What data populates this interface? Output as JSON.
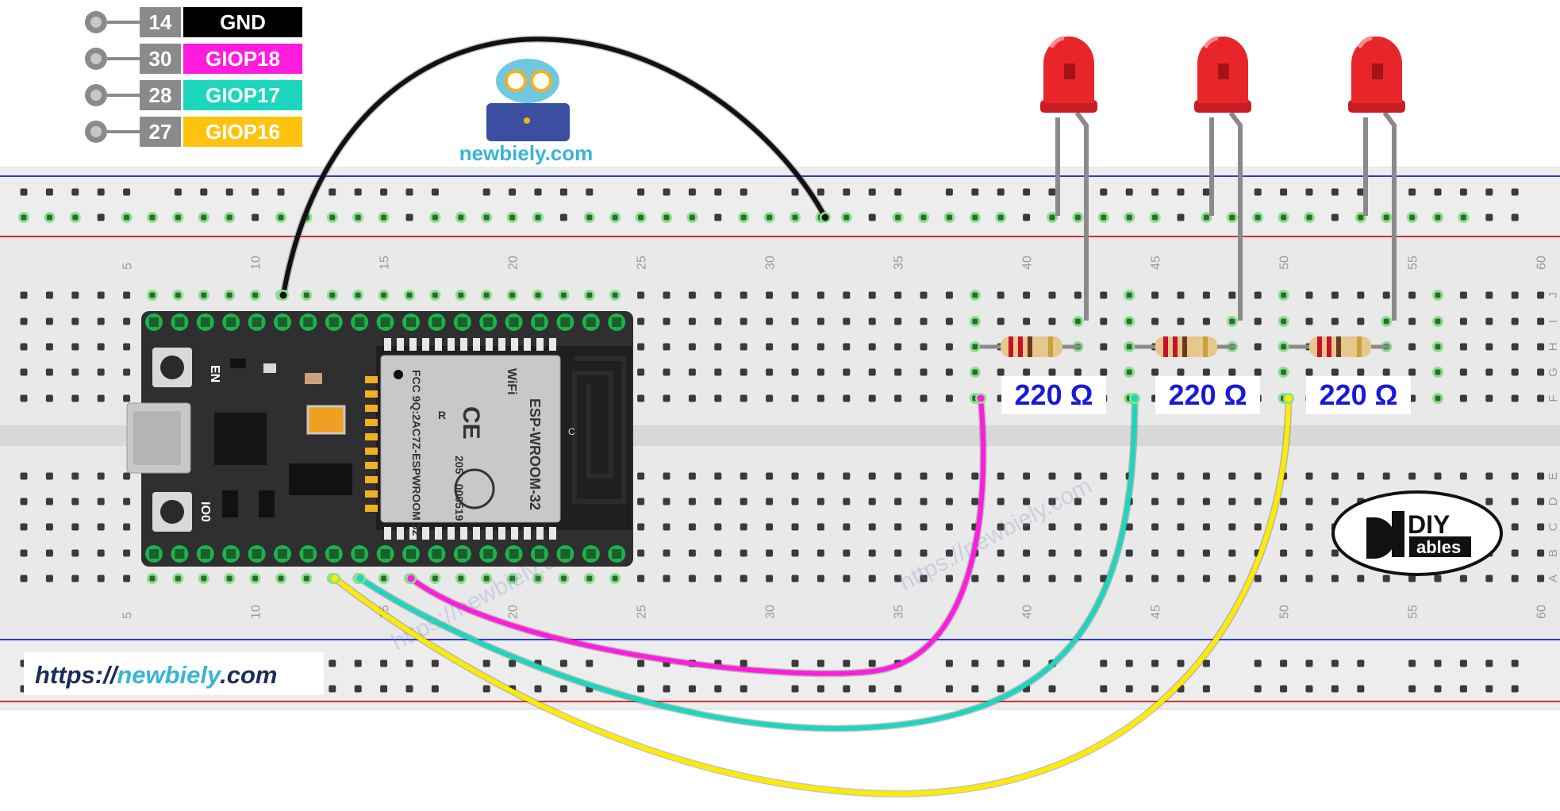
{
  "legend": [
    {
      "pin": "14",
      "label": "GND",
      "color": "#000000",
      "text_color": "#ffffff"
    },
    {
      "pin": "30",
      "label": "GIOP18",
      "color": "#ff1cdc",
      "text_color": "#ffffff"
    },
    {
      "pin": "28",
      "label": "GIOP17",
      "color": "#1cd6bd",
      "text_color": "#ffffff"
    },
    {
      "pin": "27",
      "label": "GIOP16",
      "color": "#ffc20e",
      "text_color": "#ffffff"
    }
  ],
  "brand": {
    "site": "newbiely.com",
    "url_prefix": "https://",
    "url_name": "newbiely",
    "url_suffix": ".com",
    "diy_top": "DIY",
    "diy_bottom": "ables"
  },
  "breadboard": {
    "column_numbers": [
      "5",
      "10",
      "15",
      "20",
      "25",
      "30",
      "35",
      "40",
      "45",
      "50",
      "55",
      "60"
    ],
    "row_letters_top": [
      "J",
      "I",
      "H",
      "G",
      "F"
    ],
    "row_letters_bottom": [
      "E",
      "D",
      "C",
      "B",
      "A"
    ]
  },
  "board": {
    "label_en": "EN",
    "label_io0": "IO0",
    "module_name": "ESP-WROOM-32",
    "fcc": "FCC 9Q:2AC7Z-ESPWROOM 32",
    "cert": "205 - 000519",
    "r_mark": "R",
    "wifi": "WiFi",
    "ce": "CE"
  },
  "resistors": [
    {
      "value": "220 Ω"
    },
    {
      "value": "220 Ω"
    },
    {
      "value": "220 Ω"
    }
  ],
  "leds": [
    {
      "color": "#e8262a"
    },
    {
      "color": "#e8262a"
    },
    {
      "color": "#e8262a"
    }
  ],
  "wires": {
    "gnd": "#111111",
    "giop18": "#ff1cdc",
    "giop17": "#1cd6bd",
    "giop16": "#ffeb00"
  }
}
